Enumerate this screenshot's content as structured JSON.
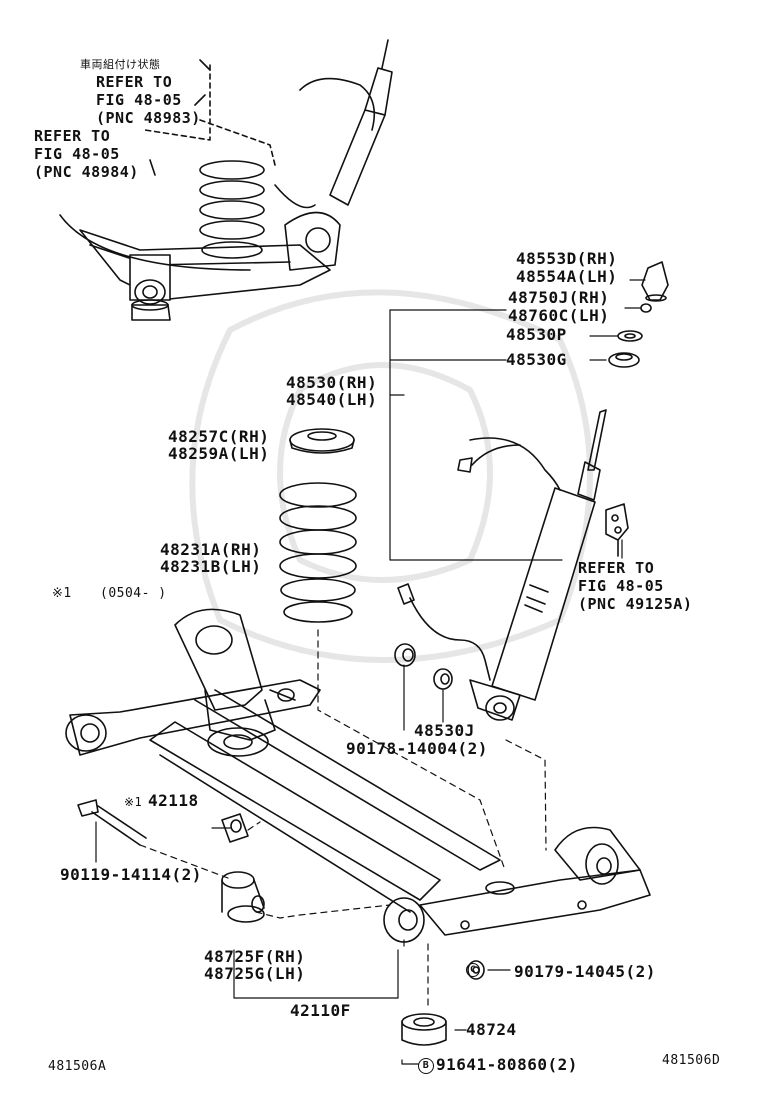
{
  "refs": {
    "top_note": "車両組付け状態",
    "ref_a": [
      "REFER TO",
      "FIG 48-05",
      "(PNC 48983)"
    ],
    "ref_b": [
      "REFER TO",
      "FIG 48-05",
      "(PNC 48984)"
    ],
    "ref_c": [
      "REFER TO",
      "FIG 48-05",
      "(PNC 49125A)"
    ]
  },
  "parts": {
    "p48553d": "48553D(RH)",
    "p48554a": "48554A(LH)",
    "p48750j": "48750J(RH)",
    "p48760c": "48760C(LH)",
    "p48530p": "48530P",
    "p48530g": "48530G",
    "p48530rh": "48530(RH)",
    "p48540lh": "48540(LH)",
    "p48257c": "48257C(RH)",
    "p48259a": "48259A(LH)",
    "p48231a": "48231A(RH)",
    "p48231b": "48231B(LH)",
    "p48530j": "48530J",
    "p90178": "90178-14004(2)",
    "p42118": "42118",
    "p90119": "90119-14114(2)",
    "p48725f": "48725F(RH)",
    "p48725g": "48725G(LH)",
    "p42110f": "42110F",
    "p90179": "90179-14045(2)",
    "p48724": "48724",
    "p91641": "91641-80860(2)"
  },
  "notes": {
    "star1_mark": "※1",
    "star1_range": "(0504-   )",
    "star42118": "※1",
    "b_mark": "B",
    "b_mark2": "C"
  },
  "footer": {
    "left_code": "481506A",
    "right_code": "481506D"
  }
}
